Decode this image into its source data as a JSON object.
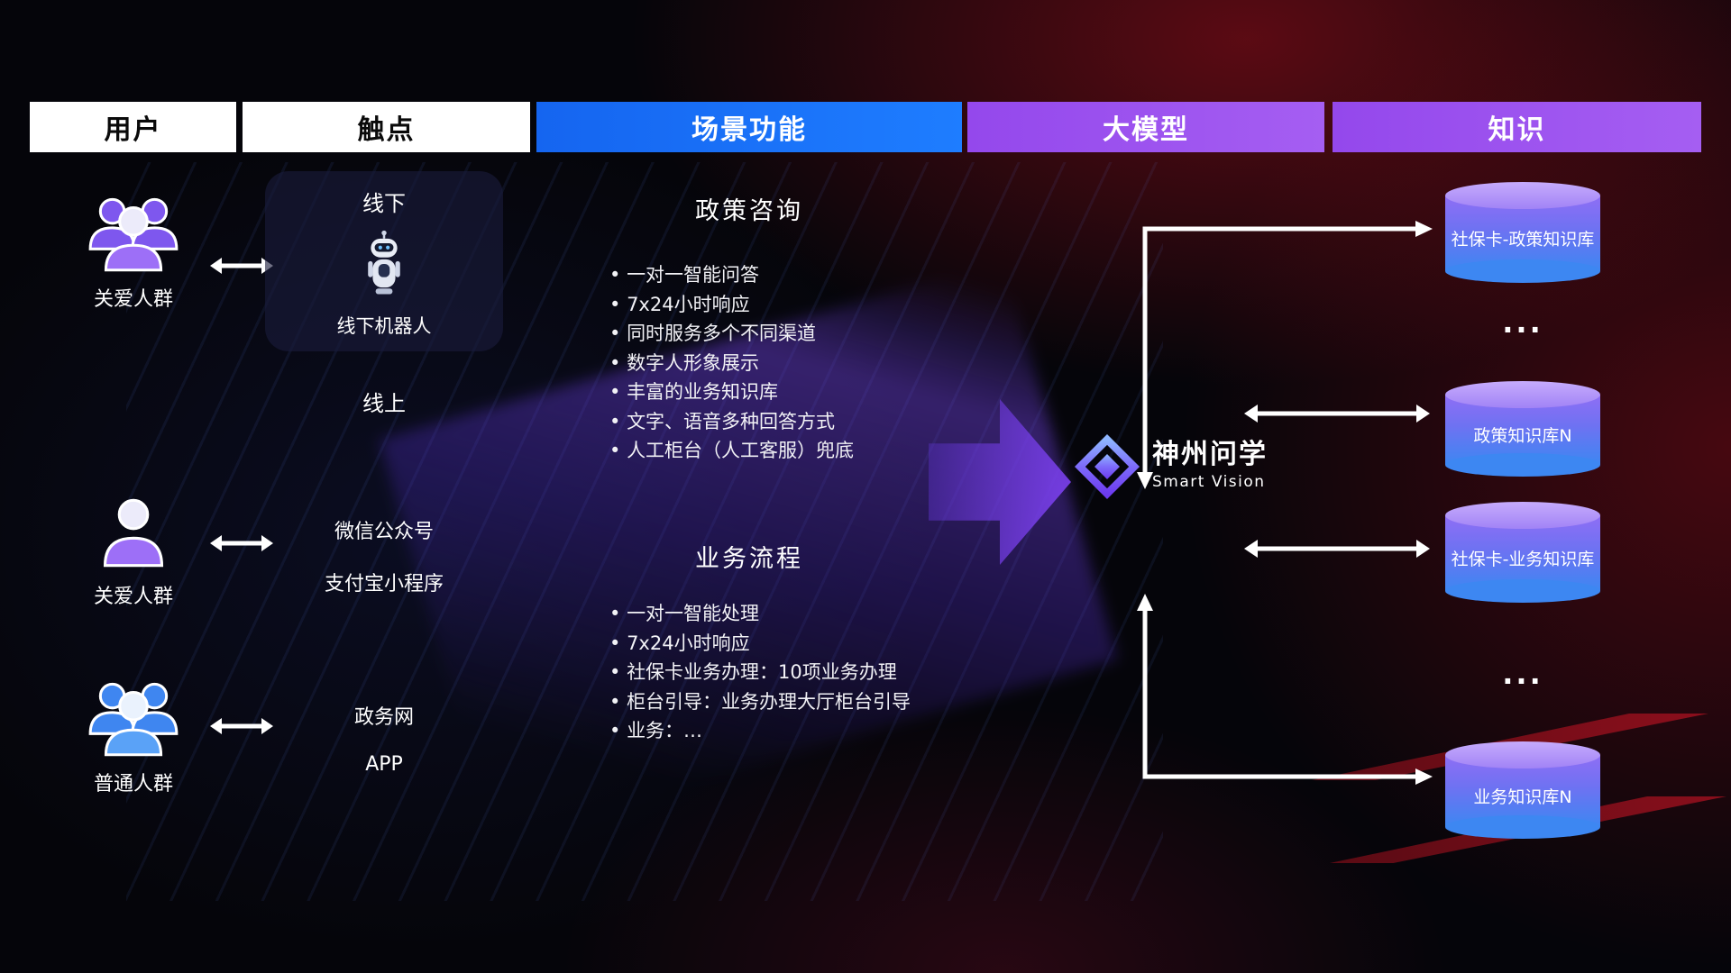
{
  "header": {
    "columns": [
      {
        "label": "用户"
      },
      {
        "label": "触点"
      },
      {
        "label": "场景功能"
      },
      {
        "label": "大模型"
      },
      {
        "label": "知识"
      }
    ]
  },
  "users": [
    {
      "label": "关爱人群",
      "icon": "people-group-purple-icon"
    },
    {
      "label": "关爱人群",
      "icon": "person-purple-icon"
    },
    {
      "label": "普通人群",
      "icon": "people-group-blue-icon"
    }
  ],
  "touchpoints": {
    "offline": {
      "title": "线下",
      "device_label": "线下机器人",
      "icon": "robot-icon"
    },
    "online_title": "线上",
    "online_items": [
      "微信公众号",
      "支付宝小程序",
      "政务网",
      "APP"
    ]
  },
  "scenarios": [
    {
      "title": "政策咨询",
      "items": [
        "一对一智能问答",
        "7x24小时响应",
        "同时服务多个不同渠道",
        "数字人形象展示",
        "丰富的业务知识库",
        "文字、语音多种回答方式",
        "人工柜台（人工客服）兜底"
      ]
    },
    {
      "title": "业务流程",
      "items": [
        "一对一智能处理",
        "7x24小时响应",
        "社保卡业务办理：10项业务办理",
        "柜台引导：业务办理大厅柜台引导",
        "业务：…"
      ]
    }
  ],
  "model": {
    "name": "神州问学",
    "subtitle": "Smart Vision",
    "logo": "diamond-logo-icon"
  },
  "knowledge": {
    "dots": "...",
    "items": [
      {
        "label": "社保卡-政策知识库"
      },
      {
        "label": "政策知识库N"
      },
      {
        "label": "社保卡-业务知识库"
      },
      {
        "label": "业务知识库N"
      }
    ]
  },
  "colors": {
    "header_blue": "#1b74ff",
    "header_purple": "#9c52ee",
    "cylinder_top": "#c6abfc",
    "cylinder_bottom": "#3d87f2",
    "flow_arrow_purple": "#8042f5",
    "user_purple": "#8d5ff5",
    "user_blue": "#4b95f5",
    "background_red": "#a8101c"
  }
}
